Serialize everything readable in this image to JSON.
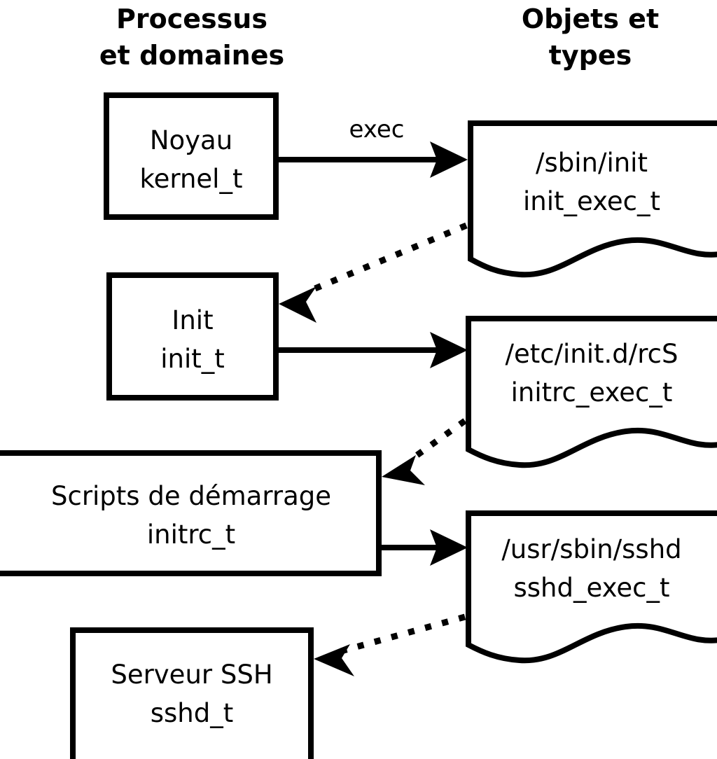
{
  "columns": [
    {
      "id": "processes",
      "line1": "Processus",
      "line2": "et domaines"
    },
    {
      "id": "objects",
      "line1": "Objets et",
      "line2": "types"
    }
  ],
  "process_nodes": [
    {
      "id": "kernel",
      "line1": "Noyau",
      "line2": "kernel_t"
    },
    {
      "id": "init",
      "line1": "Init",
      "line2": "init_t"
    },
    {
      "id": "initrc",
      "line1": "Scripts de démarrage",
      "line2": "initrc_t"
    },
    {
      "id": "sshd",
      "line1": "Serveur SSH",
      "line2": "sshd_t"
    }
  ],
  "object_nodes": [
    {
      "id": "init_exec",
      "line1": "/sbin/init",
      "line2": "init_exec_t"
    },
    {
      "id": "initrc_exec",
      "line1": "/etc/init.d/rcS",
      "line2": "initrc_exec_t"
    },
    {
      "id": "sshd_exec",
      "line1": "/usr/sbin/sshd",
      "line2": "sshd_exec_t"
    }
  ],
  "edges": [
    {
      "id": "kernel-exec-init_exec",
      "from": "kernel",
      "to": "init_exec",
      "label": "exec",
      "style": "solid"
    },
    {
      "id": "init_exec-transition-init",
      "from": "init_exec",
      "to": "init",
      "label": "",
      "style": "dotted"
    },
    {
      "id": "init-exec-initrc_exec",
      "from": "init",
      "to": "initrc_exec",
      "label": "",
      "style": "solid"
    },
    {
      "id": "initrc_exec-transition-initrc",
      "from": "initrc_exec",
      "to": "initrc",
      "label": "",
      "style": "dotted"
    },
    {
      "id": "initrc-exec-sshd_exec",
      "from": "initrc",
      "to": "sshd_exec",
      "label": "",
      "style": "solid"
    },
    {
      "id": "sshd_exec-transition-sshd",
      "from": "sshd_exec",
      "to": "sshd",
      "label": "",
      "style": "dotted"
    }
  ],
  "colors": {
    "background": "#ffffff",
    "stroke": "#000000",
    "text": "#000000"
  }
}
